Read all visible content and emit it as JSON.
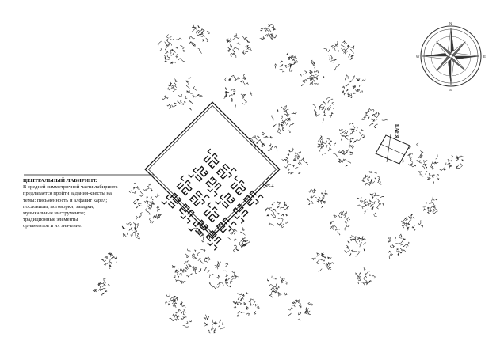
{
  "annotation": {
    "title": "ЦЕНТРАЛЬНЫЙ ЛАБИРИНТ.",
    "lines": [
      "В средней симметричной части лабиринта",
      "предлагается пройти задания-квесты на",
      "темы: письменность и алфавит карел;",
      "пословицы, поговорки, загадки;",
      "музыкальные инструменты;",
      "традиционные элементы",
      "орнаментов и их значение."
    ]
  },
  "bath": {
    "label": "БАНЯ"
  },
  "compass": {
    "n": "N",
    "e": "E",
    "s": "S",
    "w": "W"
  }
}
